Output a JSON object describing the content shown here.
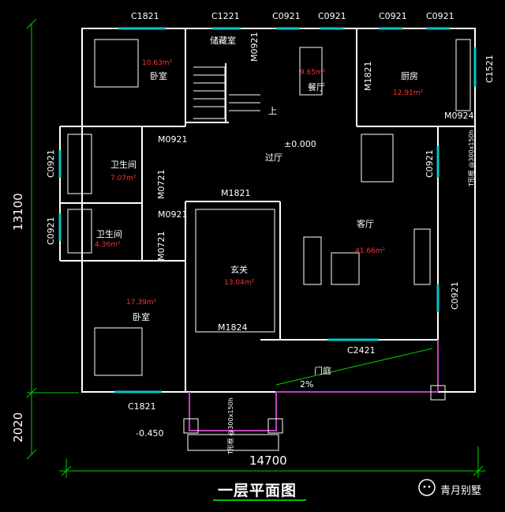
{
  "title": "一层平面图",
  "watermark": "青月别墅",
  "dims": {
    "total_width": "14700",
    "total_depth": "13100",
    "porch_depth": "2020"
  },
  "levels": {
    "floor": "±0.000",
    "outdoor": "-0.450",
    "slope": "2%"
  },
  "rooms": {
    "bedroom1": {
      "name": "卧室",
      "area": "10.63m²"
    },
    "storage": {
      "name": "储藏室"
    },
    "dining": {
      "name": "餐厅",
      "area": "9.65m²"
    },
    "kitchen": {
      "name": "厨房",
      "area": "12.91m²"
    },
    "bath1": {
      "name": "卫生间",
      "area": "7.07m²"
    },
    "bath2": {
      "name": "卫生间",
      "area": "4.36m²"
    },
    "bedroom2": {
      "name": "卧室",
      "area": "17.39m²"
    },
    "foyer": {
      "name": "玄关",
      "area": "13.04m²"
    },
    "living": {
      "name": "客厅",
      "area": "41.66m²"
    },
    "corridor": {
      "name": "过厅"
    },
    "courtyard": {
      "name": "门庭"
    },
    "stair_up": "上"
  },
  "windows": {
    "w_top1": "C1821",
    "w_top2": "C1221",
    "w_top3": "C0921",
    "w_top4": "C0921",
    "w_top5": "C0921",
    "w_top6": "C0921",
    "w_kitchen": "C1521",
    "w_left1": "C0921",
    "w_left2": "C0921",
    "w_right1": "C0921",
    "w_right2": "C0921",
    "w_living_bottom": "C2421",
    "w_bottom": "C1821"
  },
  "doors": {
    "d_storage": "M0921",
    "d_kitchen1": "M1821",
    "d_kitchen2": "M0924",
    "d_bed1": "M0921",
    "d_bath1": "M0721",
    "d_bed2": "M0921",
    "d_bath2": "M0721",
    "d_foyer_top": "M1821",
    "d_entry": "M1824"
  },
  "exterior_notes": {
    "right": "T形框 @300x150h",
    "porch": "T形框 @300x150h"
  }
}
